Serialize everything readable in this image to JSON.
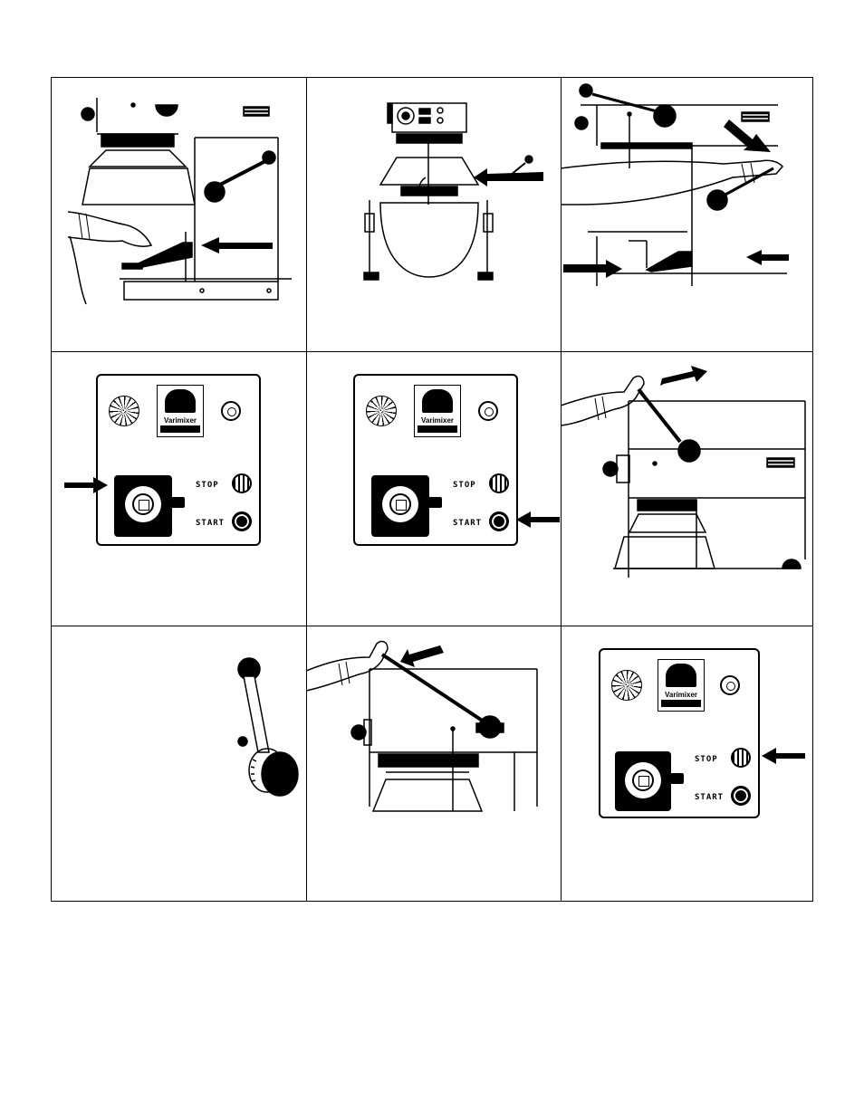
{
  "panel": {
    "brand": "Varimixer",
    "stop_label": "STOP",
    "start_label": "START"
  },
  "colors": {
    "ink": "#000000",
    "paper": "#ffffff"
  },
  "icons": [
    "arrow-icon",
    "hand-icon",
    "lever-knob-icon",
    "varimixer-logo-icon",
    "timer-dial-icon",
    "stop-button-icon",
    "start-button-icon",
    "key-switch-icon"
  ]
}
